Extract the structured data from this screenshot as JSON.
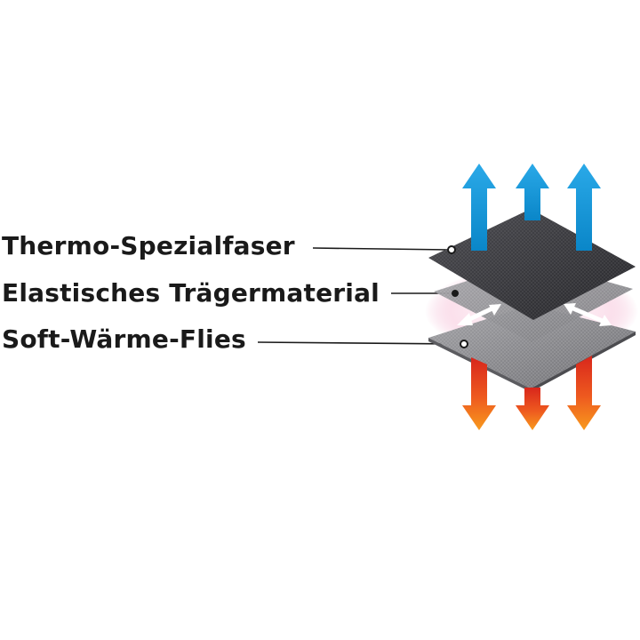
{
  "labels": {
    "top_layer": "Thermo-Spezialfaser",
    "middle_layer": "Elastisches Trägermaterial",
    "bottom_layer": "Soft-Wärme-Flies"
  },
  "colors": {
    "background": "#ffffff",
    "text": "#1a1a1a",
    "arrow_up": "#1e9fdc",
    "arrow_down_top": "#e0301e",
    "arrow_down_bottom": "#f7931e",
    "top_layer_fill": "#3a3a3f",
    "middle_layer_fill": "#8e8e92",
    "bottom_layer_fill": "#8f8f93",
    "glow": "#e35d9a"
  },
  "icons": {
    "up_arrows": "cooling-arrow-up-icon",
    "down_arrows": "warming-arrow-down-icon",
    "side_arrows": "stretch-arrow-icon"
  }
}
